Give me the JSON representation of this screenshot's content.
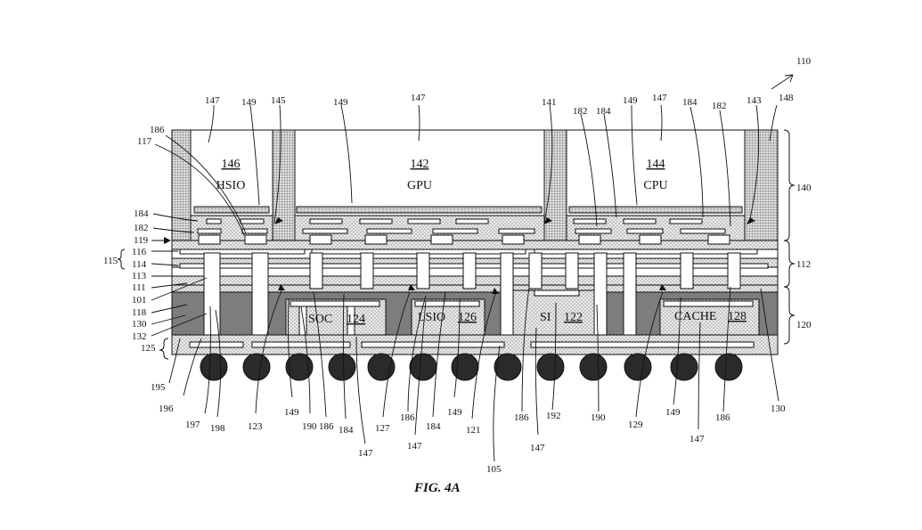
{
  "figure": {
    "caption": "FIG. 4A",
    "ref_110": "110"
  },
  "dies": [
    {
      "num": "146",
      "name": "HSIO"
    },
    {
      "num": "142",
      "name": "GPU"
    },
    {
      "num": "144",
      "name": "CPU"
    }
  ],
  "embedded": [
    {
      "name": "SOC",
      "num": "124"
    },
    {
      "name": "LSIO",
      "num": "126"
    },
    {
      "name": "SI",
      "num": "122"
    },
    {
      "name": "CACHE",
      "num": "128"
    }
  ],
  "labels": {
    "top": [
      "147",
      "149",
      "145",
      "149",
      "147",
      "141",
      "182",
      "184",
      "149",
      "147",
      "184",
      "182",
      "143",
      "148"
    ],
    "left": [
      "186",
      "117",
      "184",
      "182",
      "119",
      "116",
      "115",
      "114",
      "113",
      "111",
      "101",
      "118",
      "130",
      "132",
      "125"
    ],
    "right": [
      "140",
      "112",
      "120"
    ],
    "bottom": [
      "195",
      "196",
      "197",
      "198",
      "123",
      "149",
      "190",
      "186",
      "184",
      "147",
      "127",
      "186",
      "147",
      "184",
      "149",
      "121",
      "105",
      "186",
      "147",
      "192",
      "190",
      "129",
      "149",
      "147",
      "186",
      "130"
    ]
  },
  "colors": {
    "line": "#111111",
    "dotted_fill": "#e4e4e4",
    "dark_fill": "#7d7d7d",
    "pad_fill": "#cfcfcf",
    "bump": "#2a2a2a"
  }
}
